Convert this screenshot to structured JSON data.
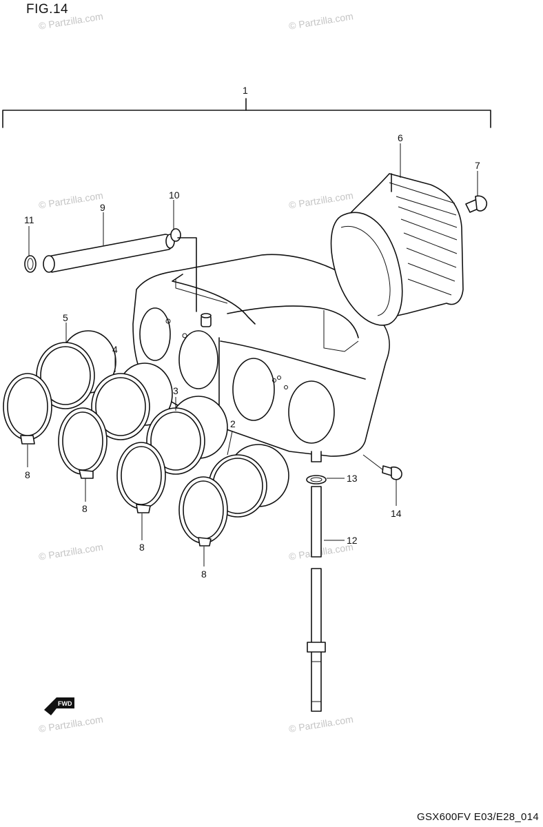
{
  "figure": {
    "title": "FIG.14",
    "model_code": "GSX600FV E03/E28_014"
  },
  "watermark": "© Partzilla.com",
  "callouts": [
    "1",
    "2",
    "3",
    "4",
    "5",
    "6",
    "7",
    "8",
    "8",
    "8",
    "8",
    "9",
    "10",
    "11",
    "12",
    "13",
    "14"
  ],
  "icons": {
    "direction_arrow": "fwd-arrow-icon",
    "direction_label": "FWD"
  }
}
